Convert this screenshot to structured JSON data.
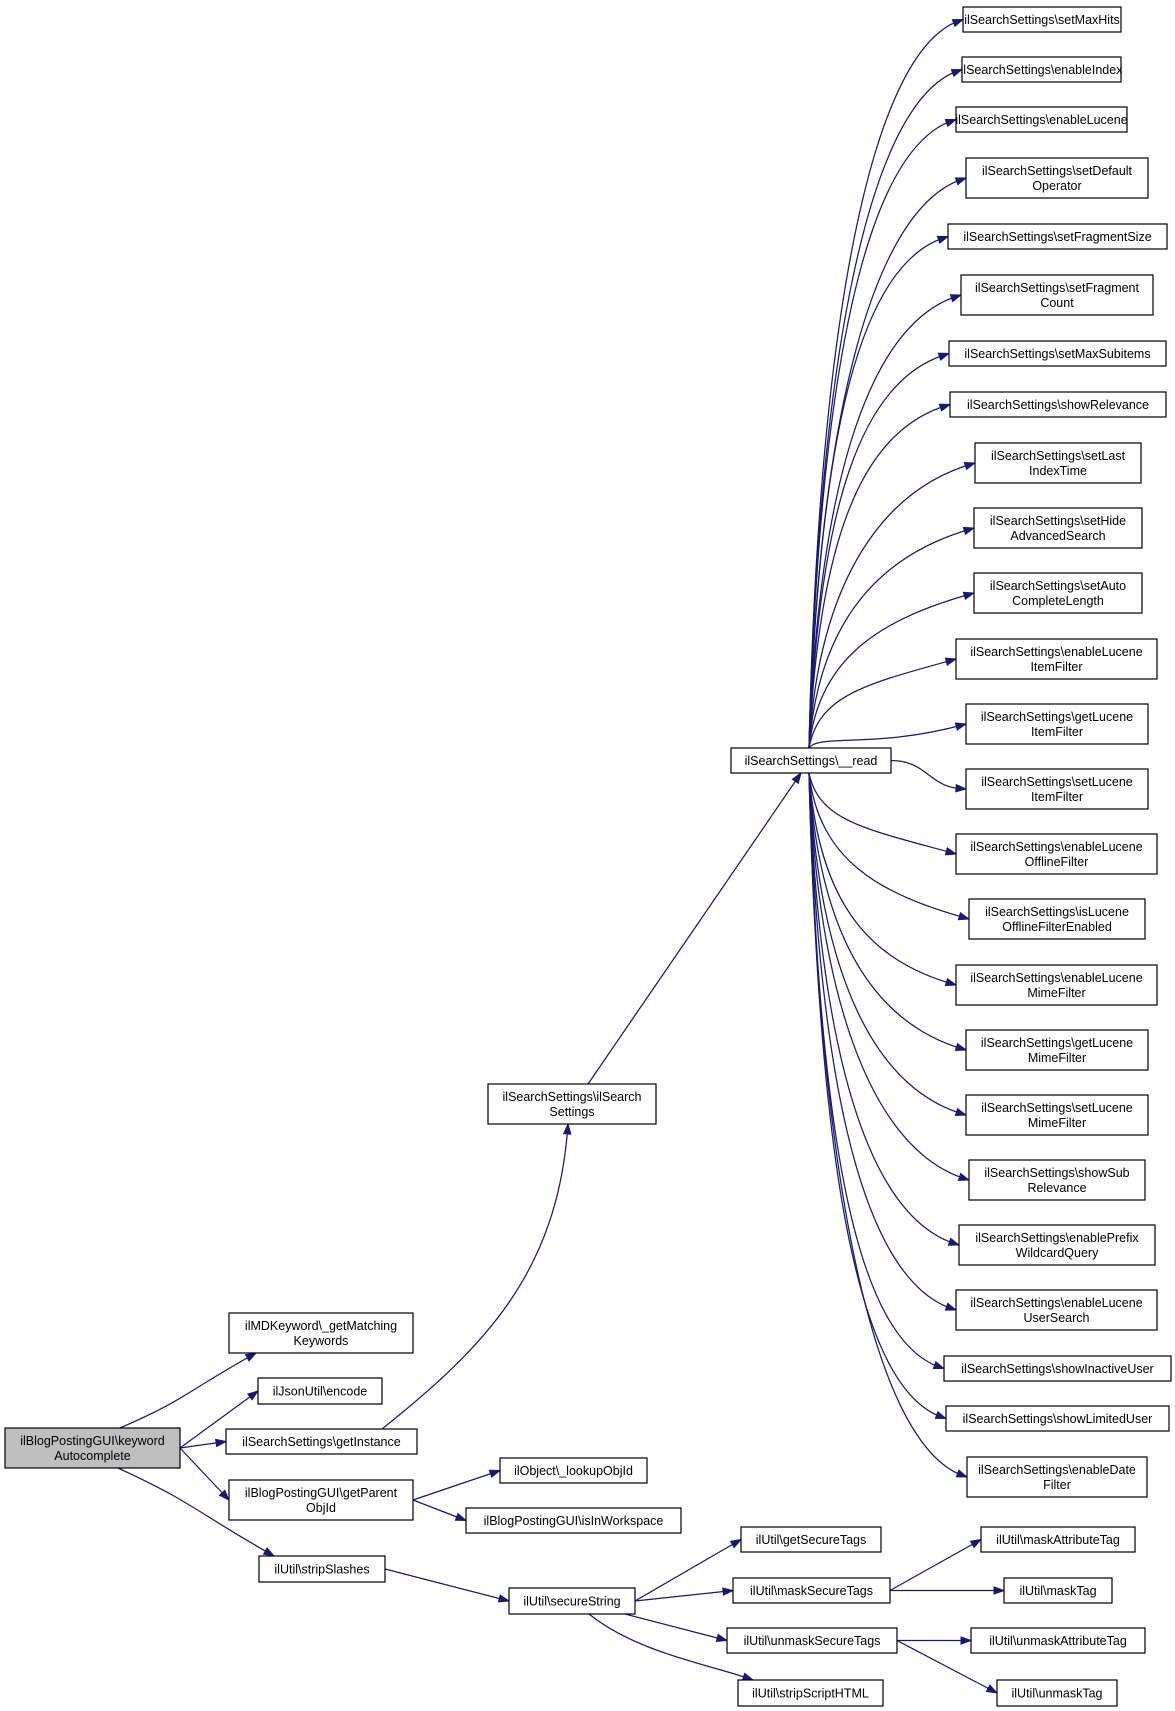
{
  "colors": {
    "edge": "#191970",
    "root_fill": "#bfbfbf",
    "node_fill": "#ffffff",
    "node_border": "#000000"
  },
  "nodes": [
    {
      "id": "root",
      "lines": [
        "ilBlogPostingGUI\\keyword",
        "Autocomplete"
      ]
    },
    {
      "id": "getMatching",
      "lines": [
        "ilMDKeyword\\_getMatching",
        "Keywords"
      ]
    },
    {
      "id": "jsonEncode",
      "lines": [
        "ilJsonUtil\\encode"
      ]
    },
    {
      "id": "getInstance",
      "lines": [
        "ilSearchSettings\\getInstance"
      ]
    },
    {
      "id": "getParentObjId",
      "lines": [
        "ilBlogPostingGUI\\getParent",
        "ObjId"
      ]
    },
    {
      "id": "stripSlashes",
      "lines": [
        "ilUtil\\stripSlashes"
      ]
    },
    {
      "id": "ctor",
      "lines": [
        "ilSearchSettings\\ilSearch",
        "Settings"
      ]
    },
    {
      "id": "lookupObjId",
      "lines": [
        "ilObject\\_lookupObjId"
      ]
    },
    {
      "id": "isInWorkspace",
      "lines": [
        "ilBlogPostingGUI\\isInWorkspace"
      ]
    },
    {
      "id": "secureString",
      "lines": [
        "ilUtil\\secureString"
      ]
    },
    {
      "id": "read",
      "lines": [
        "ilSearchSettings\\__read"
      ]
    },
    {
      "id": "getSecureTags",
      "lines": [
        "ilUtil\\getSecureTags"
      ]
    },
    {
      "id": "maskSecureTags",
      "lines": [
        "ilUtil\\maskSecureTags"
      ]
    },
    {
      "id": "unmaskSecureTags",
      "lines": [
        "ilUtil\\unmaskSecureTags"
      ]
    },
    {
      "id": "stripScriptHTML",
      "lines": [
        "ilUtil\\stripScriptHTML"
      ]
    },
    {
      "id": "maskAttributeTag",
      "lines": [
        "ilUtil\\maskAttributeTag"
      ]
    },
    {
      "id": "maskTag",
      "lines": [
        "ilUtil\\maskTag"
      ]
    },
    {
      "id": "unmaskAttributeTag",
      "lines": [
        "ilUtil\\unmaskAttributeTag"
      ]
    },
    {
      "id": "unmaskTag",
      "lines": [
        "ilUtil\\unmaskTag"
      ]
    },
    {
      "id": "r01",
      "lines": [
        "ilSearchSettings\\setMaxHits"
      ]
    },
    {
      "id": "r02",
      "lines": [
        "ilSearchSettings\\enableIndex"
      ]
    },
    {
      "id": "r03",
      "lines": [
        "ilSearchSettings\\enableLucene"
      ]
    },
    {
      "id": "r04",
      "lines": [
        "ilSearchSettings\\setDefault",
        "Operator"
      ]
    },
    {
      "id": "r05",
      "lines": [
        "ilSearchSettings\\setFragmentSize"
      ]
    },
    {
      "id": "r06",
      "lines": [
        "ilSearchSettings\\setFragment",
        "Count"
      ]
    },
    {
      "id": "r07",
      "lines": [
        "ilSearchSettings\\setMaxSubitems"
      ]
    },
    {
      "id": "r08",
      "lines": [
        "ilSearchSettings\\showRelevance"
      ]
    },
    {
      "id": "r09",
      "lines": [
        "ilSearchSettings\\setLast",
        "IndexTime"
      ]
    },
    {
      "id": "r10",
      "lines": [
        "ilSearchSettings\\setHide",
        "AdvancedSearch"
      ]
    },
    {
      "id": "r11",
      "lines": [
        "ilSearchSettings\\setAuto",
        "CompleteLength"
      ]
    },
    {
      "id": "r12",
      "lines": [
        "ilSearchSettings\\enableLucene",
        "ItemFilter"
      ]
    },
    {
      "id": "r13",
      "lines": [
        "ilSearchSettings\\getLucene",
        "ItemFilter"
      ]
    },
    {
      "id": "r14",
      "lines": [
        "ilSearchSettings\\setLucene",
        "ItemFilter"
      ]
    },
    {
      "id": "r15",
      "lines": [
        "ilSearchSettings\\enableLucene",
        "OfflineFilter"
      ]
    },
    {
      "id": "r16",
      "lines": [
        "ilSearchSettings\\isLucene",
        "OfflineFilterEnabled"
      ]
    },
    {
      "id": "r17",
      "lines": [
        "ilSearchSettings\\enableLucene",
        "MimeFilter"
      ]
    },
    {
      "id": "r18",
      "lines": [
        "ilSearchSettings\\getLucene",
        "MimeFilter"
      ]
    },
    {
      "id": "r19",
      "lines": [
        "ilSearchSettings\\setLucene",
        "MimeFilter"
      ]
    },
    {
      "id": "r20",
      "lines": [
        "ilSearchSettings\\showSub",
        "Relevance"
      ]
    },
    {
      "id": "r21",
      "lines": [
        "ilSearchSettings\\enablePrefix",
        "WildcardQuery"
      ]
    },
    {
      "id": "r22",
      "lines": [
        "ilSearchSettings\\enableLucene",
        "UserSearch"
      ]
    },
    {
      "id": "r23",
      "lines": [
        "ilSearchSettings\\showInactiveUser"
      ]
    },
    {
      "id": "r24",
      "lines": [
        "ilSearchSettings\\showLimitedUser"
      ]
    },
    {
      "id": "r25",
      "lines": [
        "ilSearchSettings\\enableDate",
        "Filter"
      ]
    }
  ],
  "edges": [
    [
      "root",
      "getMatching"
    ],
    [
      "root",
      "jsonEncode"
    ],
    [
      "root",
      "getInstance"
    ],
    [
      "root",
      "getParentObjId"
    ],
    [
      "root",
      "stripSlashes"
    ],
    [
      "getInstance",
      "ctor"
    ],
    [
      "ctor",
      "read"
    ],
    [
      "getParentObjId",
      "lookupObjId"
    ],
    [
      "getParentObjId",
      "isInWorkspace"
    ],
    [
      "stripSlashes",
      "secureString"
    ],
    [
      "secureString",
      "getSecureTags"
    ],
    [
      "secureString",
      "maskSecureTags"
    ],
    [
      "secureString",
      "unmaskSecureTags"
    ],
    [
      "secureString",
      "stripScriptHTML"
    ],
    [
      "maskSecureTags",
      "maskAttributeTag"
    ],
    [
      "maskSecureTags",
      "maskTag"
    ],
    [
      "unmaskSecureTags",
      "unmaskAttributeTag"
    ],
    [
      "unmaskSecureTags",
      "unmaskTag"
    ],
    [
      "read",
      "r01"
    ],
    [
      "read",
      "r02"
    ],
    [
      "read",
      "r03"
    ],
    [
      "read",
      "r04"
    ],
    [
      "read",
      "r05"
    ],
    [
      "read",
      "r06"
    ],
    [
      "read",
      "r07"
    ],
    [
      "read",
      "r08"
    ],
    [
      "read",
      "r09"
    ],
    [
      "read",
      "r10"
    ],
    [
      "read",
      "r11"
    ],
    [
      "read",
      "r12"
    ],
    [
      "read",
      "r13"
    ],
    [
      "read",
      "r14"
    ],
    [
      "read",
      "r15"
    ],
    [
      "read",
      "r16"
    ],
    [
      "read",
      "r17"
    ],
    [
      "read",
      "r18"
    ],
    [
      "read",
      "r19"
    ],
    [
      "read",
      "r20"
    ],
    [
      "read",
      "r21"
    ],
    [
      "read",
      "r22"
    ],
    [
      "read",
      "r23"
    ],
    [
      "read",
      "r24"
    ],
    [
      "read",
      "r25"
    ]
  ]
}
